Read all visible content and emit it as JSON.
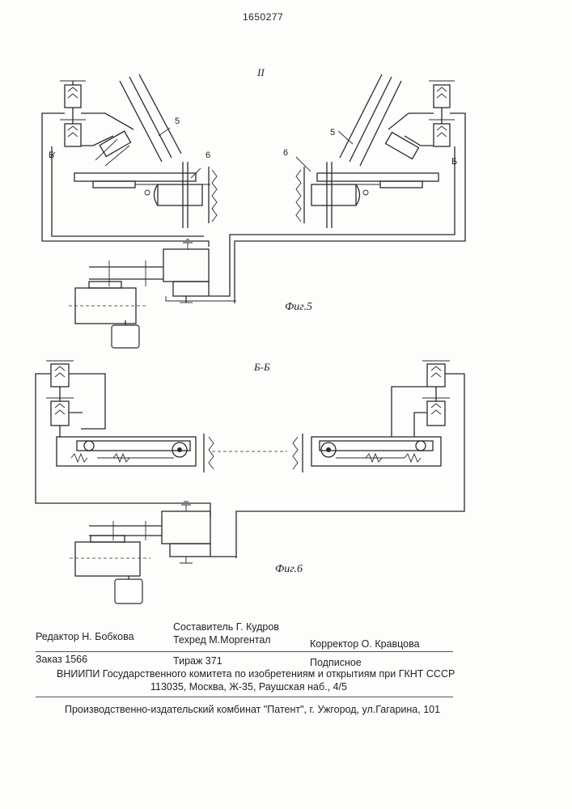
{
  "header": {
    "patent_number": "1650277"
  },
  "figure5": {
    "section_label": "II",
    "callout_5_left": "5",
    "callout_6_left": "6",
    "callout_b_left": "Б",
    "callout_5_right": "5",
    "callout_6_right": "6",
    "callout_b_right": "Б",
    "caption": "Фиг.5"
  },
  "figure6": {
    "section_label": "Б-Б",
    "caption": "Фиг.6"
  },
  "imprint": {
    "editor": "Редактор  Н. Бобкова",
    "compiler": "Составитель Г. Кудров",
    "techred": "Техред М.Моргентал",
    "corrector": "Корректор   О. Кравцова",
    "order": "Заказ  1566",
    "circulation": "Тираж 371",
    "subscription": "Подписное",
    "institute": "ВНИИПИ Государственного комитета по изобретениям и открытиям при ГКНТ СССР",
    "address": "113035, Москва, Ж-35, Раушская наб., 4/5",
    "publisher": "Производственно-издательский комбинат \"Патент\", г. Ужгород, ул.Гагарина, 101"
  }
}
